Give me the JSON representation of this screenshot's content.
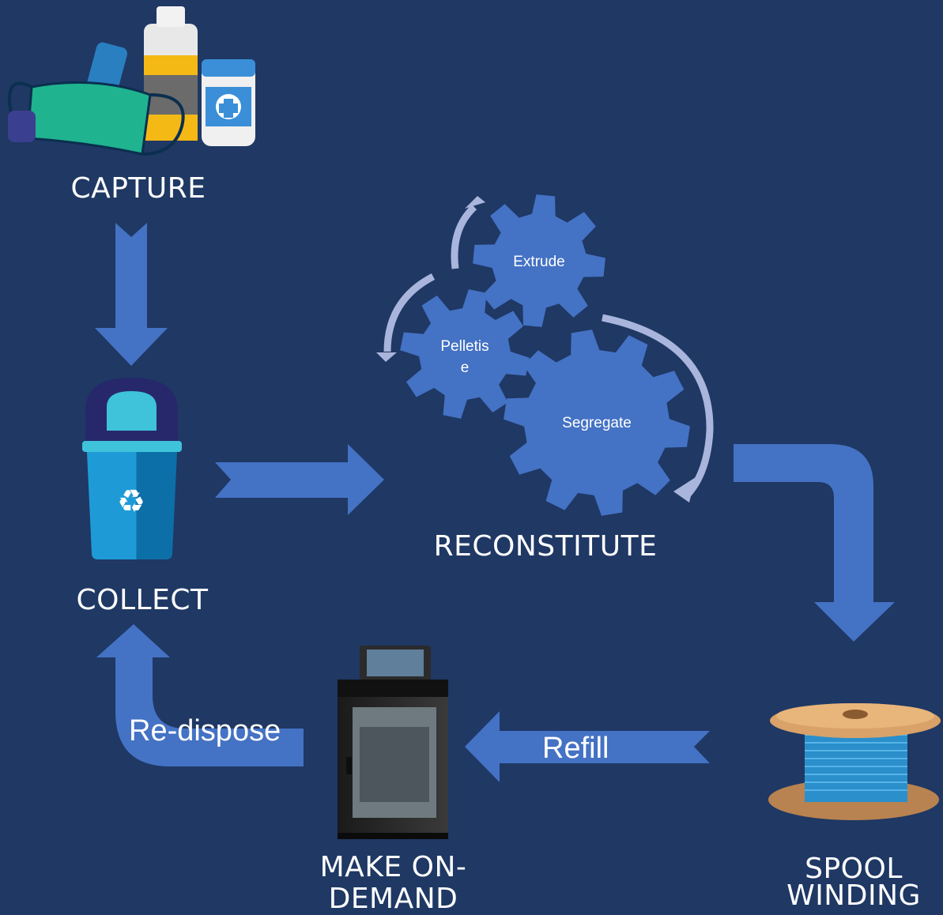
{
  "stages": {
    "capture": "CAPTURE",
    "collect": "COLLECT",
    "reconstitute": "RECONSTITUTE",
    "make_line1": "MAKE ON-",
    "make_line2": "DEMAND",
    "spool_line1": "SPOOL",
    "spool_line2": "WINDING"
  },
  "gears": {
    "extrude": "Extrude",
    "pelletise_line1": "Pelletis",
    "pelletise_line2": "e",
    "segregate": "Segregate"
  },
  "arrows": {
    "refill": "Refill",
    "redispose": "Re-dispose"
  },
  "icons": {
    "capture": "medical-waste-icon",
    "collect": "recycle-bin-icon",
    "make": "3d-printer-icon",
    "spool": "filament-spool-icon"
  },
  "colors": {
    "background": "#1f3864",
    "arrow": "#4472c4",
    "gear": "#4472c4",
    "cycle_arrow": "#a9b5dc",
    "text": "#ffffff"
  }
}
